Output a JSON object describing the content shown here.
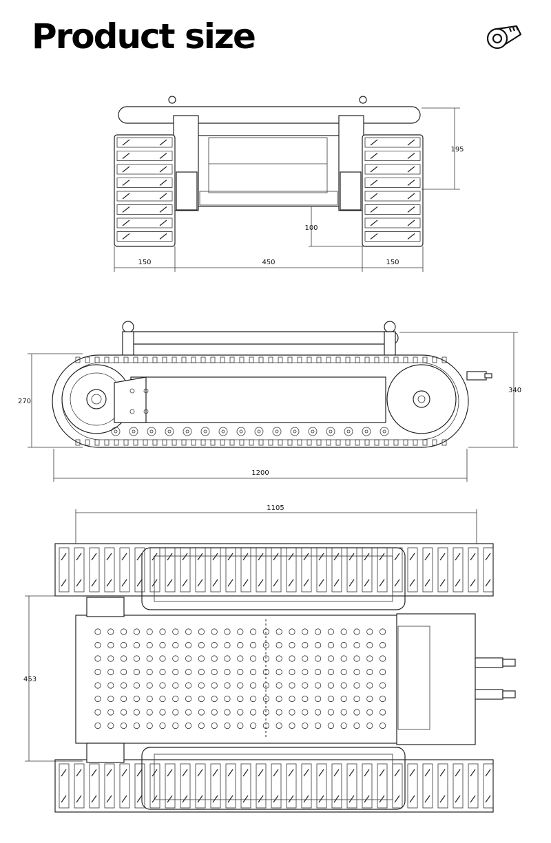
{
  "title": "Product size",
  "icon": "measuring-tape-icon",
  "front_view": {
    "dim_height": "195",
    "dim_clearance": "100",
    "dim_left_track": "150",
    "dim_center": "450",
    "dim_right_track": "150"
  },
  "side_view": {
    "dim_track_height": "270",
    "dim_total_height": "340",
    "dim_length": "1200"
  },
  "top_view": {
    "dim_body_length": "1105",
    "dim_width": "453"
  }
}
